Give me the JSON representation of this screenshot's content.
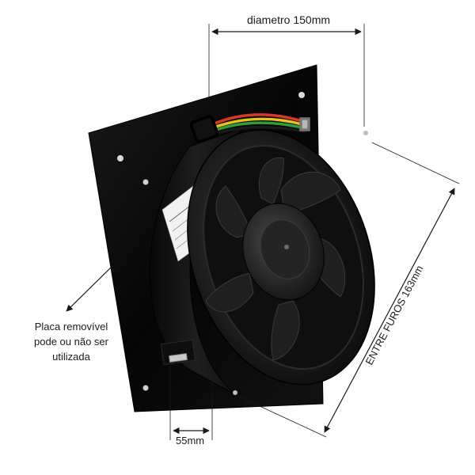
{
  "annotations": {
    "diameter": "diametro 150mm",
    "depth": "55mm",
    "hole_spacing": "ENTRE FUROS 163mm",
    "plate_note": [
      "Placa removível",
      "pode ou não ser",
      "utilizada"
    ]
  },
  "colors": {
    "fan_body": "#131313",
    "plate": "#0b0b0b",
    "label_sticker": "#f2f2f2",
    "dimension_lines": "#1a1a1a"
  }
}
